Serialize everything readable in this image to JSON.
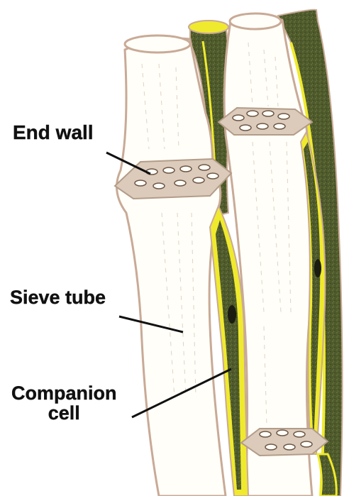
{
  "labels": {
    "end_wall": "End wall",
    "sieve_tube": "Sieve tube",
    "companion_line1": "Companion",
    "companion_line2": "cell"
  },
  "colors": {
    "tube_fill": "#fffef9",
    "tube_outline": "#c9aa96",
    "plate_fill": "#dccbbb",
    "companion_fill": "#4e5a2b",
    "companion_rim": "#f0ea2e",
    "nucleus": "#1a1d10",
    "leader_line": "#111111"
  }
}
